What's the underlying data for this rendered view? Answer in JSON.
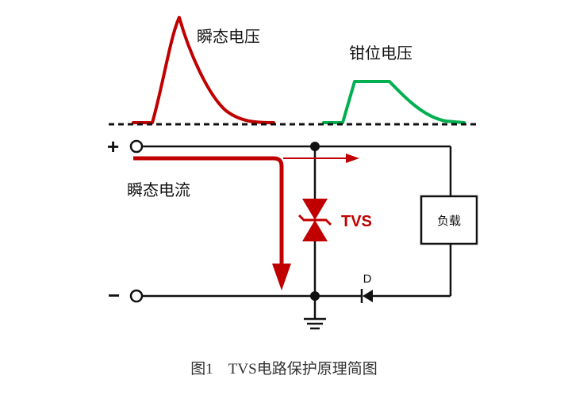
{
  "labels": {
    "transient_voltage": "瞬态电压",
    "clamp_voltage": "钳位电压",
    "transient_current": "瞬态电流",
    "tvs": "TVS",
    "load": "负载",
    "diode": "D",
    "plus": "+",
    "minus": "−"
  },
  "caption": "图1　TVS电路保护原理简图",
  "colors": {
    "wire": "#111111",
    "transient": "#c00000",
    "clamp": "#00b050"
  }
}
